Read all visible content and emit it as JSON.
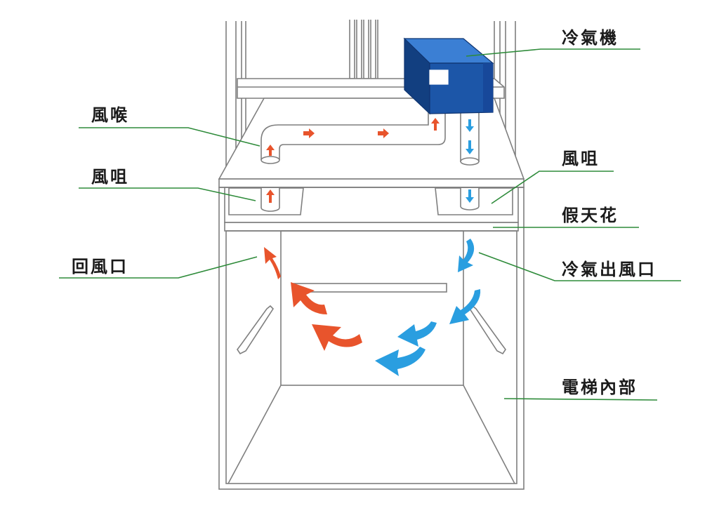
{
  "colors": {
    "stroke": "#7f7f7f",
    "leader": "#2e8b3a",
    "unit_front": "#1c56a8",
    "unit_top": "#3b7fd4",
    "unit_side": "#123f80",
    "warm": "#e8542c",
    "cool": "#2a9ee0",
    "text": "#1a1a1a"
  },
  "labels": {
    "aircon": "冷氣機",
    "duct": "風喉",
    "damper_left": "風咀",
    "damper_right": "風咀",
    "return_vent": "回風口",
    "false_ceiling": "假天花",
    "cold_outlet": "冷氣出風口",
    "cabin": "電梯內部"
  },
  "icons": {
    "warm_flow": "warm-air-arrow-icon",
    "cool_flow": "cool-air-arrow-icon"
  }
}
